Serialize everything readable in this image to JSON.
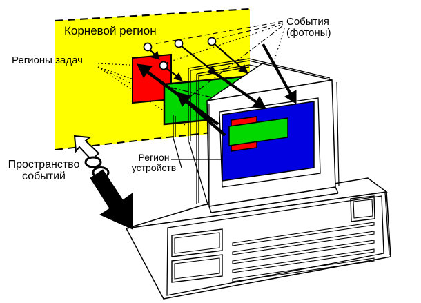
{
  "diagram": {
    "labels": {
      "root_region": "Корневой регион",
      "task_regions": "Регионы задач",
      "events_line1": "События",
      "events_line2": "(фотоны)",
      "device_region_line1": "Регион",
      "device_region_line2": "устройств",
      "event_space_line1": "Пространство",
      "event_space_line2": "событий"
    },
    "colors": {
      "root_region_fill": "#ffff00",
      "task_region_red_fill": "#ff0000",
      "task_region_green_fill": "#00d800",
      "device_screen_fill": "#0000e0",
      "screen_green_window_fill": "#00d800",
      "screen_red_window_fill": "#ff0000",
      "outline": "#000000",
      "background": "#ffffff"
    },
    "icons": {
      "photon": "small circle with arrow",
      "transition_hollow_arrow": "hollow up-left arrow",
      "transition_rings": "two motion rings",
      "transition_solid_arrow": "solid down-right arrow"
    }
  }
}
